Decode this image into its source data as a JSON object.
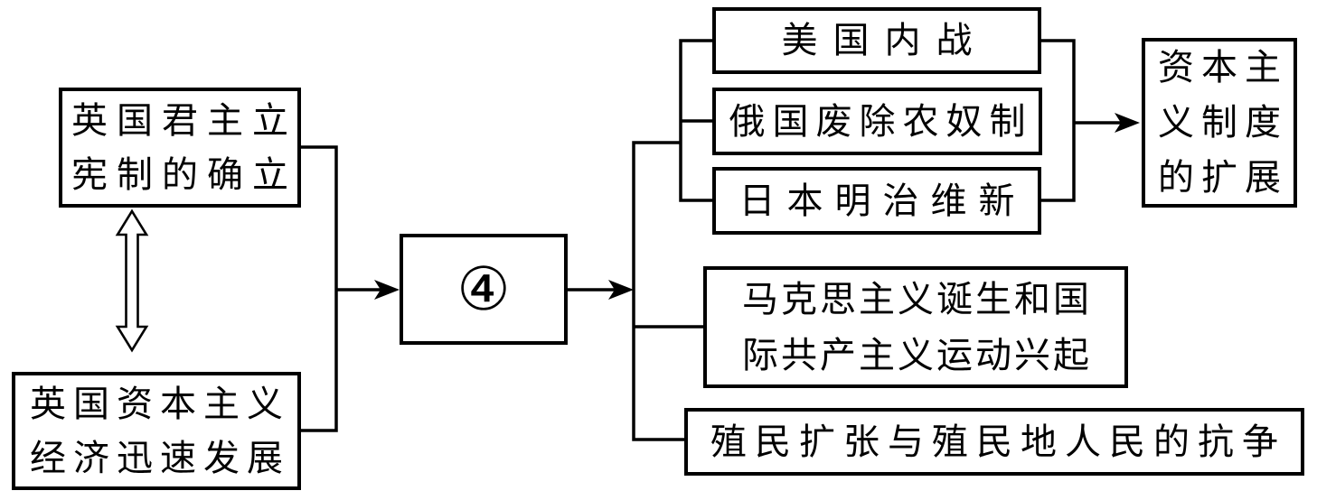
{
  "diagram": {
    "title_hint": "capitalist-system development flowchart",
    "colors": {
      "background": "#ffffff",
      "line": "#000000",
      "text": "#000000"
    },
    "left_column": {
      "uk_monarchy": {
        "lines": [
          "英国君主立",
          "宪制的确立"
        ],
        "full_text": "英国君主立宪制的确立"
      },
      "uk_economy": {
        "lines": [
          "英国资本主义",
          "经济迅速发展"
        ],
        "full_text": "英国资本主义经济迅速发展"
      },
      "relation_arrow": "double-headed-vertical-arrow"
    },
    "center_box": {
      "label": "④"
    },
    "branch_group": {
      "us_civil_war": {
        "label": "美国内战"
      },
      "russia_serfdom": {
        "label": "俄国废除农奴制"
      },
      "japan_meiji": {
        "label": "日本明治维新"
      },
      "expansion_result": {
        "lines": [
          "资本主",
          "义制度",
          "的扩展"
        ],
        "full_text": "资本主义制度的扩展"
      }
    },
    "other_branches": {
      "marxism": {
        "lines": [
          "马克思主义诞生和国",
          "际共产主义运动兴起"
        ],
        "full_text": "马克思主义诞生和国际共产主义运动兴起"
      },
      "colonial": {
        "label": "殖民扩张与殖民地人民的抗争"
      }
    }
  }
}
